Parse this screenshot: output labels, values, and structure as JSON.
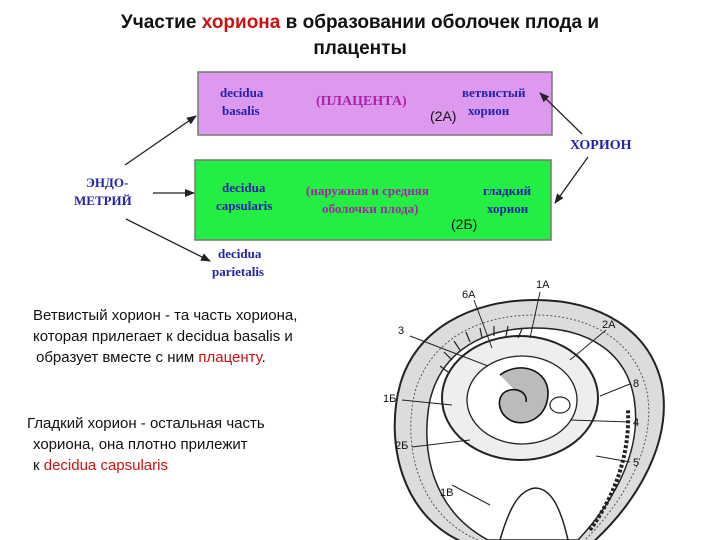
{
  "title": {
    "part1": "Участие ",
    "highlight": "хориона",
    "part2": " в образовании оболочек плода и",
    "line2": "плаценты"
  },
  "diagram": {
    "top_box": {
      "left_l1": "decidua",
      "left_l2": "basalis",
      "center": "(ПЛАЦЕНТА)",
      "right_l1": "ветвистый",
      "right_l2": "хорион",
      "tag": "(2А)",
      "fill": "#dd99ee"
    },
    "mid_box": {
      "left_l1": "decidua",
      "left_l2": "capsularis",
      "center_l1": "(наружная и средняя",
      "center_l2": "оболочки плода)",
      "right_l1": "гладкий",
      "right_l2": "хорион",
      "tag": "(2Б)",
      "fill": "#22ee44"
    },
    "endometrium_l1": "ЭНДО-",
    "endometrium_l2": "МЕТРИЙ",
    "chorion": "ХОРИОН",
    "parietalis_l1": "decidua",
    "parietalis_l2": "parietalis",
    "label_color": "#2222aa",
    "purple_text": "#aa22aa"
  },
  "text1": {
    "l1": "Ветвистый хорион - та часть хориона,",
    "l2": "которая прилегает к decidua basalis и",
    "l3_a": "образует вместе с ним ",
    "l3_red": "плаценту",
    "l3_b": "."
  },
  "text2": {
    "l1": "Гладкий хорион - остальная часть",
    "l2": "хориона, она плотно прилежит",
    "l3_a": "к ",
    "l3_red": "decidua capsularis"
  },
  "figure": {
    "l_6a": "6А",
    "l_1a": "1А",
    "l_3": "3",
    "l_2a": "2А",
    "l_8": "8",
    "l_1b": "1Б",
    "l_4": "4",
    "l_2b": "2Б",
    "l_5": "5",
    "l_1v": "1В"
  }
}
